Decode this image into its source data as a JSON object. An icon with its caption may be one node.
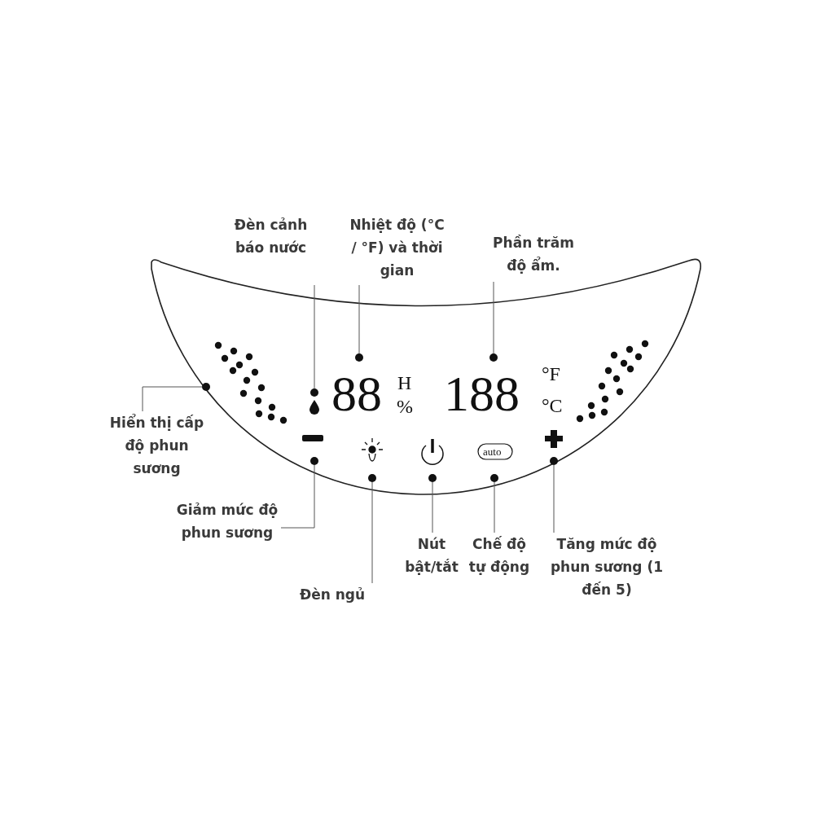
{
  "diagram": {
    "nodes": [
      {
        "text": [
          "Đèn cảnh báo nước"
        ]
      },
      {
        "text": [
          "Nhiệt độ (°C / °F) và thời gian"
        ]
      },
      {
        "text": [
          "Phần trăm độ ẩm."
        ]
      },
      {
        "text": [
          "Hiển thị cấp độ phun sương"
        ]
      },
      {
        "text": [
          "Giảm mức độ phun sương"
        ]
      },
      {
        "text": [
          "Đèn ngủ"
        ]
      },
      {
        "text": [
          "Nút bật/tắt"
        ]
      },
      {
        "text": [
          "Chế độ tự động"
        ]
      },
      {
        "text": [
          "Tăng mức độ phun sương (1 đến 5)"
        ]
      },
      {
        "text": [],
        "shape": "circle"
      },
      {
        "text": [],
        "shape": "circle"
      },
      {
        "text": [],
        "shape": "circle"
      },
      {
        "text": [],
        "shape": "circle"
      },
      {
        "text": [],
        "shape": "circle"
      },
      {
        "text": [],
        "shape": "circle"
      },
      {
        "text": [],
        "shape": "circle"
      },
      {
        "text": [],
        "shape": "circle"
      },
      {
        "text": [],
        "shape": "circle"
      }
    ],
    "edges": [
      {
        "from": 0,
        "to": 9,
        "arrow": "none"
      },
      {
        "from": 1,
        "to": 10,
        "arrow": "none"
      },
      {
        "from": 2,
        "to": 11,
        "arrow": "none"
      },
      {
        "from": 3,
        "to": 12,
        "arrow": "none"
      },
      {
        "from": 4,
        "to": 13,
        "arrow": "none"
      },
      {
        "from": 5,
        "to": 14,
        "arrow": "none"
      },
      {
        "from": 6,
        "to": 15,
        "arrow": "none"
      },
      {
        "from": 7,
        "to": 16,
        "arrow": "none"
      },
      {
        "from": 8,
        "to": 17,
        "arrow": "none"
      }
    ],
    "labels": [
      "88",
      "H",
      "%",
      "188",
      "°F",
      "°C",
      "auto"
    ]
  }
}
